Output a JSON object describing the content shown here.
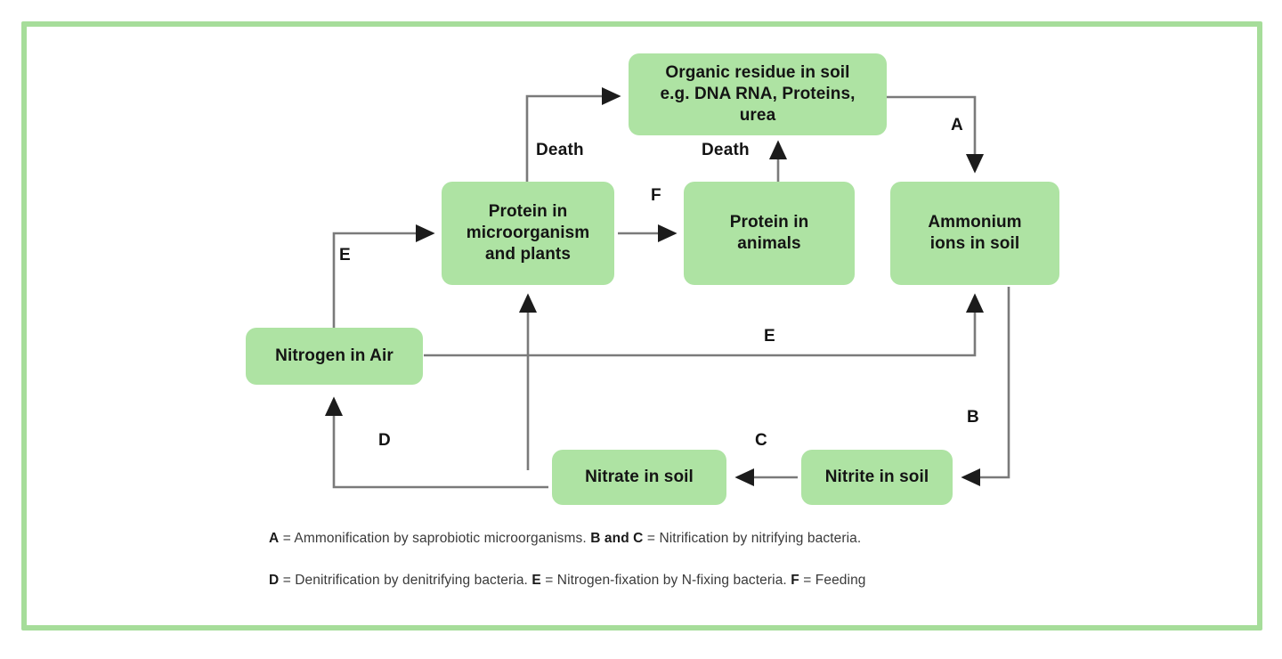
{
  "diagram": {
    "title": "Nitrogen cycle flow diagram",
    "frame_color": "#a6dd9a",
    "node_color": "#aee3a3",
    "connector_color": "#6e6e6e",
    "nodes": [
      {
        "id": "organic",
        "label": "Organic residue in soil\ne.g. DNA RNA, Proteins,\nurea"
      },
      {
        "id": "protein-micro",
        "label": "Protein in\nmicroorganism\nand plants"
      },
      {
        "id": "protein-animals",
        "label": "Protein in\nanimals"
      },
      {
        "id": "ammonium",
        "label": "Ammonium\nions in soil"
      },
      {
        "id": "nitrogen-air",
        "label": "Nitrogen in Air"
      },
      {
        "id": "nitrate",
        "label": "Nitrate in soil"
      },
      {
        "id": "nitrite",
        "label": "Nitrite in soil"
      }
    ],
    "edge_labels": {
      "death_left": "Death",
      "death_right": "Death",
      "a": "A",
      "f": "F",
      "e_left": "E",
      "e_mid": "E",
      "b": "B",
      "c": "C",
      "d": "D"
    },
    "edges": [
      {
        "from": "protein-micro",
        "to": "organic",
        "label": "Death"
      },
      {
        "from": "protein-animals",
        "to": "organic",
        "label": "Death"
      },
      {
        "from": "organic",
        "to": "ammonium",
        "label": "A"
      },
      {
        "from": "protein-micro",
        "to": "protein-animals",
        "label": "F"
      },
      {
        "from": "nitrogen-air",
        "to": "protein-micro",
        "label": "E"
      },
      {
        "from": "nitrogen-air",
        "to": "ammonium",
        "label": "E"
      },
      {
        "from": "ammonium",
        "to": "nitrite",
        "label": "B"
      },
      {
        "from": "nitrite",
        "to": "nitrate",
        "label": "C"
      },
      {
        "from": "nitrate",
        "to": "nitrogen-air",
        "label": "D"
      },
      {
        "from": "nitrate",
        "to": "protein-micro",
        "label": ""
      }
    ]
  },
  "legend": {
    "line1": {
      "a_key": "A",
      "a_text": " = Ammonification by saprobiotic microorganisms.  ",
      "bc_key": "B and C",
      "bc_text": " = Nitrification by nitrifying bacteria."
    },
    "line2": {
      "d_key": "D",
      "d_text": " = Denitrification by denitrifying bacteria.  ",
      "e_key": "E",
      "e_text": " = Nitrogen-fixation by N-fixing bacteria.  ",
      "f_key": "F",
      "f_text": " = Feeding"
    }
  }
}
